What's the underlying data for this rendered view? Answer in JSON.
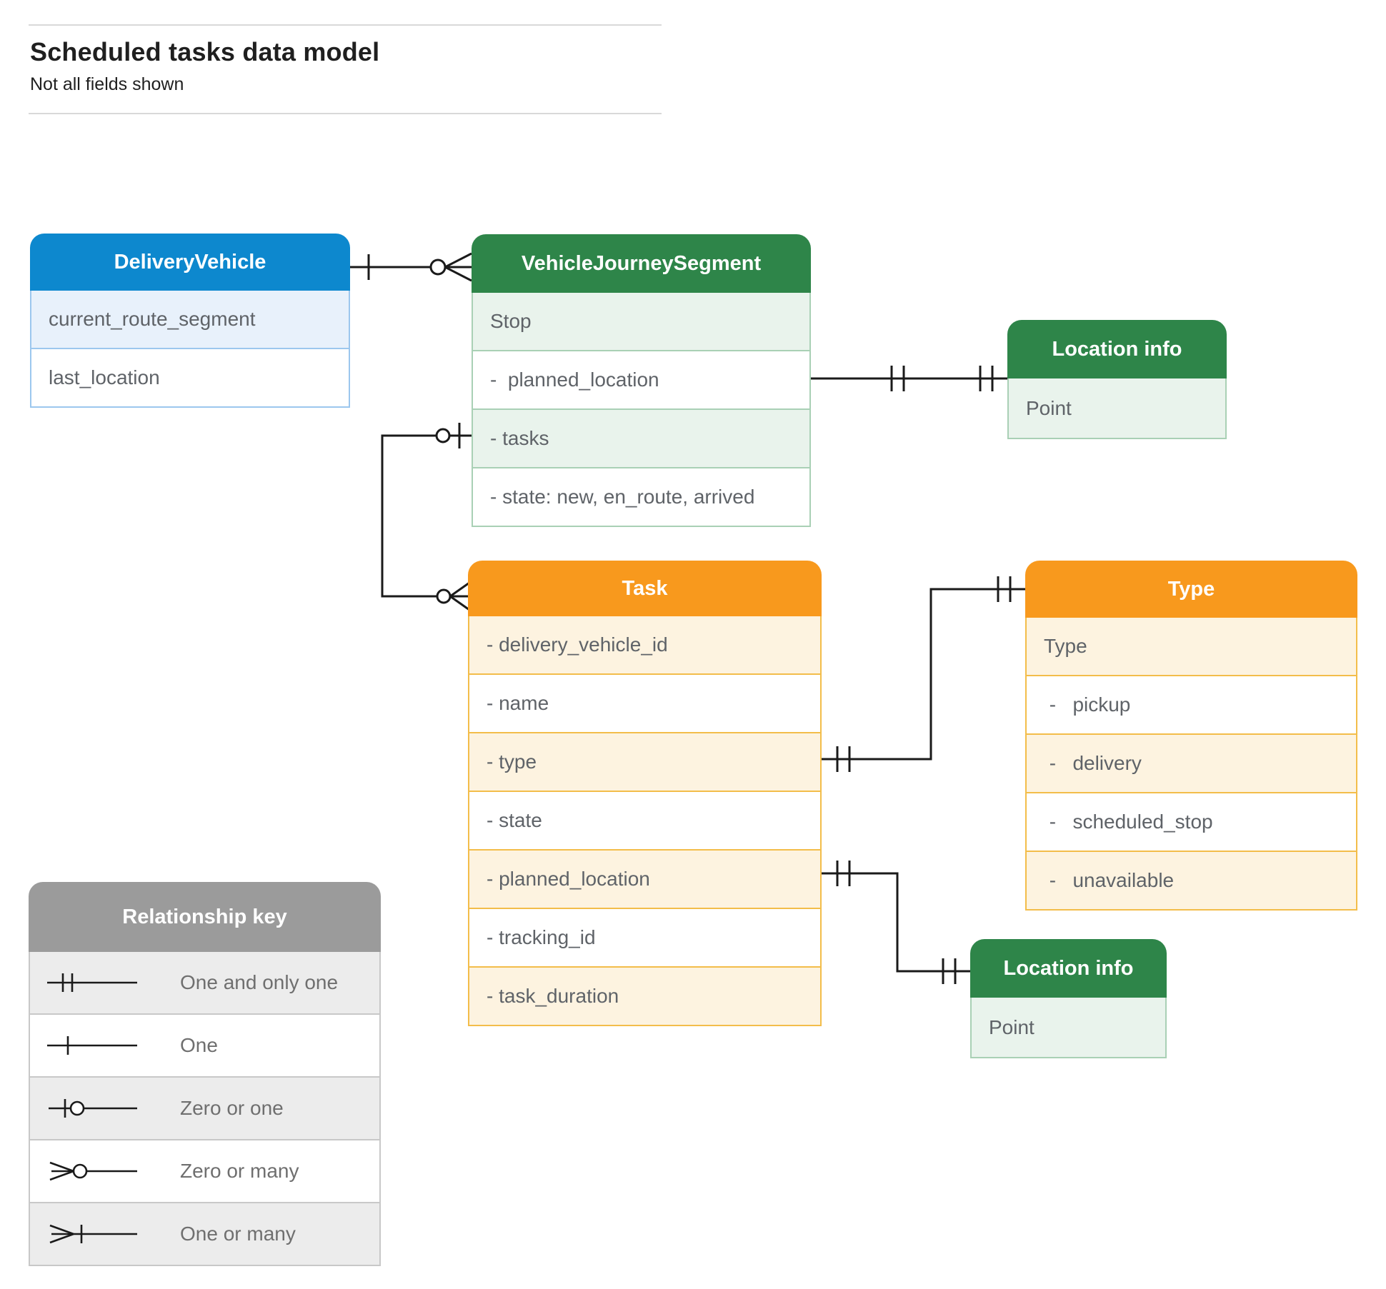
{
  "page": {
    "title": "Scheduled tasks data model",
    "subtitle": "Not all fields shown"
  },
  "entities": {
    "delivery_vehicle": {
      "title": "DeliveryVehicle",
      "fields": [
        "current_route_segment",
        "last_location"
      ]
    },
    "vehicle_journey_segment": {
      "title": "VehicleJourneySegment",
      "fields": [
        "Stop",
        "-  planned_location",
        "- tasks",
        "- state: new, en_route, arrived"
      ]
    },
    "location_info_top": {
      "title": "Location info",
      "fields": [
        "Point"
      ]
    },
    "task": {
      "title": "Task",
      "fields": [
        "- delivery_vehicle_id",
        "- name",
        "- type",
        "- state",
        "- planned_location",
        "- tracking_id",
        "- task_duration"
      ]
    },
    "type": {
      "title": "Type",
      "fields": [
        "Type",
        " -   pickup",
        " -   delivery",
        " -   scheduled_stop",
        " -   unavailable"
      ]
    },
    "location_info_bottom": {
      "title": "Location info",
      "fields": [
        "Point"
      ]
    }
  },
  "relationships": [
    {
      "from": "DeliveryVehicle",
      "to": "VehicleJourneySegment",
      "from_cardinality": "one",
      "to_cardinality": "zero or many"
    },
    {
      "from": "VehicleJourneySegment.planned_location",
      "to": "Location info",
      "from_cardinality": "one and only one",
      "to_cardinality": "one and only one"
    },
    {
      "from": "VehicleJourneySegment.tasks",
      "to": "Task",
      "from_cardinality": "zero or one",
      "to_cardinality": "zero or many"
    },
    {
      "from": "Task.type",
      "to": "Type",
      "from_cardinality": "one and only one",
      "to_cardinality": "one and only one"
    },
    {
      "from": "Task.planned_location",
      "to": "Location info",
      "from_cardinality": "one and only one",
      "to_cardinality": "one and only one"
    }
  ],
  "legend": {
    "title": "Relationship key",
    "items": [
      {
        "symbol": "one-and-only-one",
        "label": "One and only one"
      },
      {
        "symbol": "one",
        "label": "One"
      },
      {
        "symbol": "zero-or-one",
        "label": "Zero or one"
      },
      {
        "symbol": "zero-or-many",
        "label": "Zero or many"
      },
      {
        "symbol": "one-or-many",
        "label": "One or many"
      }
    ]
  },
  "colors": {
    "blue_header": "#0d88ce",
    "blue_tint": "#e8f1fb",
    "green_header": "#2e8549",
    "green_tint": "#e9f3ec",
    "orange_header": "#f8991d",
    "orange_tint": "#fdf3e0",
    "gray_header": "#9b9b9b",
    "gray_tint": "#ececec",
    "connector": "#1a1a1a",
    "field_text": "#5f6368"
  }
}
